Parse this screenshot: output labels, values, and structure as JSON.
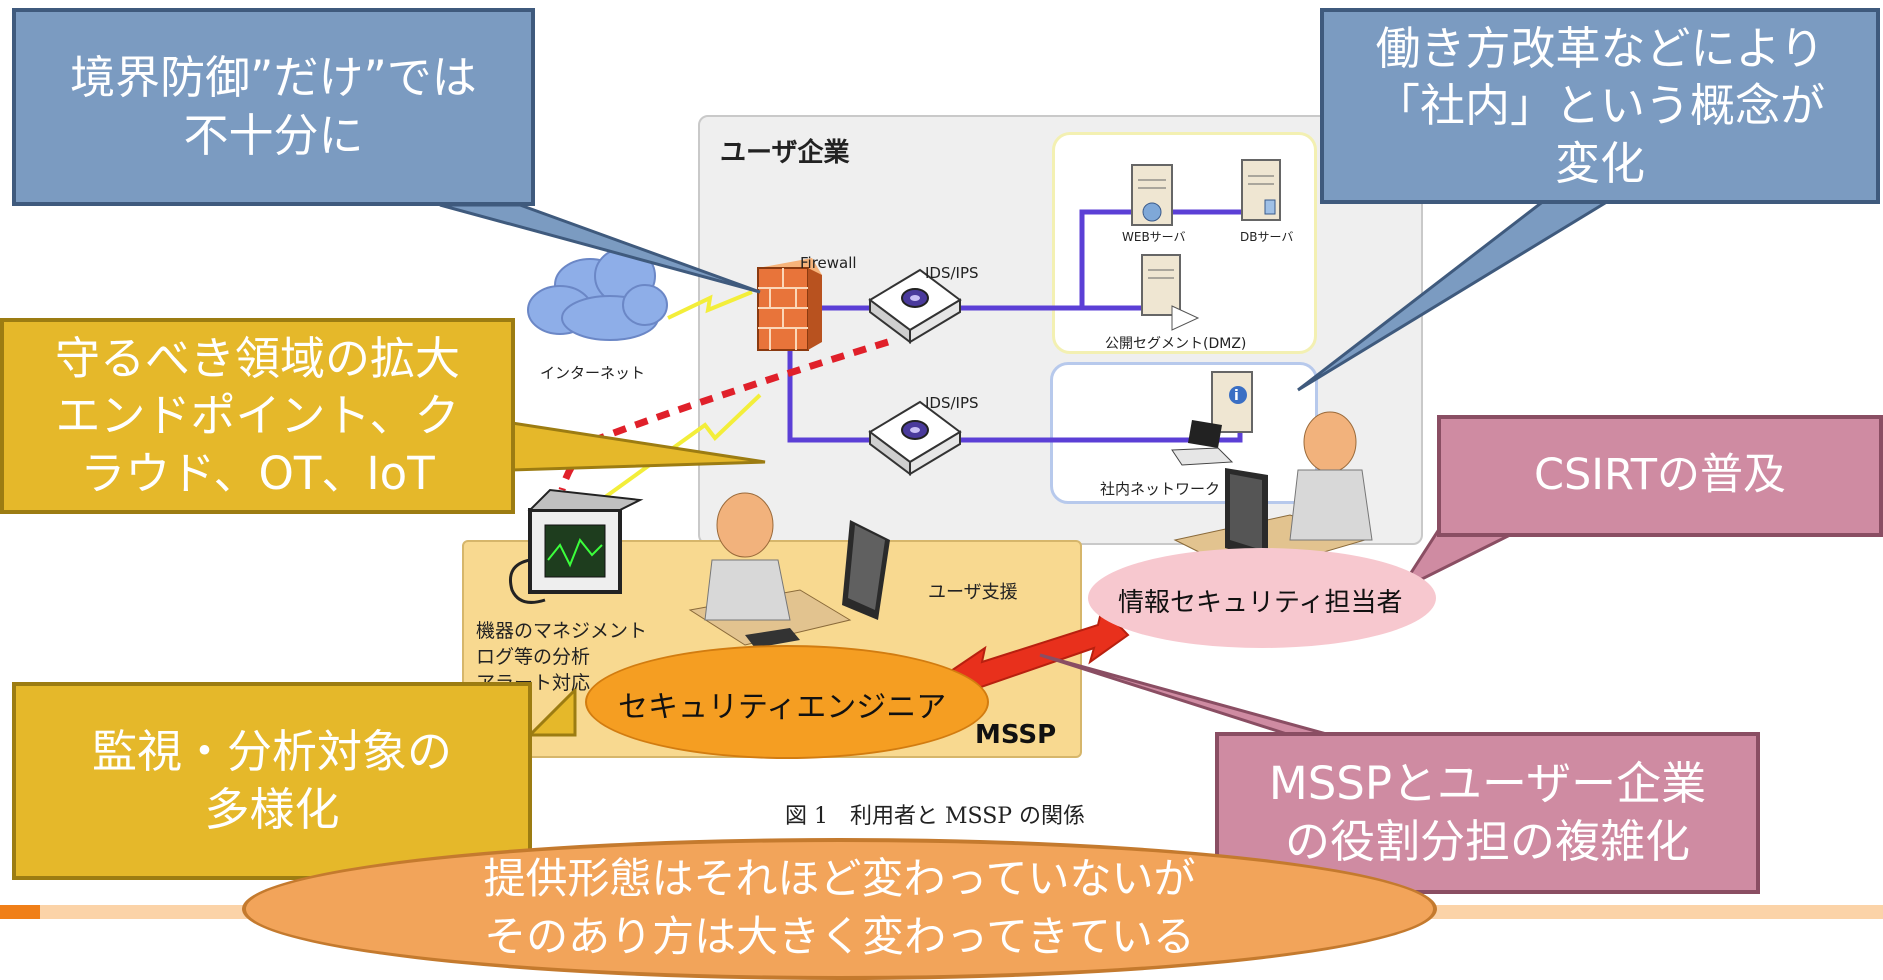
{
  "diagram": {
    "user_company_label": "ユーザ企業",
    "firewall_label": "Firewall",
    "ids_ips_label_1": "IDS/IPS",
    "ids_ips_label_2": "IDS/IPS",
    "web_server_label": "WEBサーバ",
    "db_server_label": "DBサーバ",
    "dmz_label": "公開セグメント(DMZ)",
    "internet_label": "インターネット",
    "internal_network_label": "社内ネットワーク",
    "user_support_label": "ユーザ支援",
    "device_management_label": "機器のマネジメント",
    "log_analysis_label": "ログ等の分析",
    "alert_label": "アラート対応",
    "security_engineer_label": "セキュリティエンジニア",
    "info_security_officer_label": "情報セキュリティ担当者",
    "mssp_label": "MSSP",
    "figure_caption": "図 1　利用者と MSSP の関係"
  },
  "callouts": {
    "perimeter": "境界防御”だけ”では\n不十分に",
    "workstyle": "働き方改革などにより\n「社内」という概念が\n変化",
    "scope": "守るべき領域の拡大\nエンドポイント、ク\nラウド、OT、IoT",
    "csirt": "CSIRTの普及",
    "monitoring": "監視・分析対象の\n多様化",
    "roles": "MSSPとユーザー企業\nの役割分担の複雑化",
    "summary": "提供形態はそれほど変わっていないが\nそのあり方は大きく変わってきている"
  },
  "colors": {
    "blue_callout": "#7b9bc1",
    "gold_callout": "#e5b82a",
    "pink_callout": "#cf8ba2",
    "ellipse": "#f2a45a",
    "footer_bar": "#fbd3a8",
    "mssp_zone": "#f8d990",
    "network_line": "#5b3fd6"
  }
}
